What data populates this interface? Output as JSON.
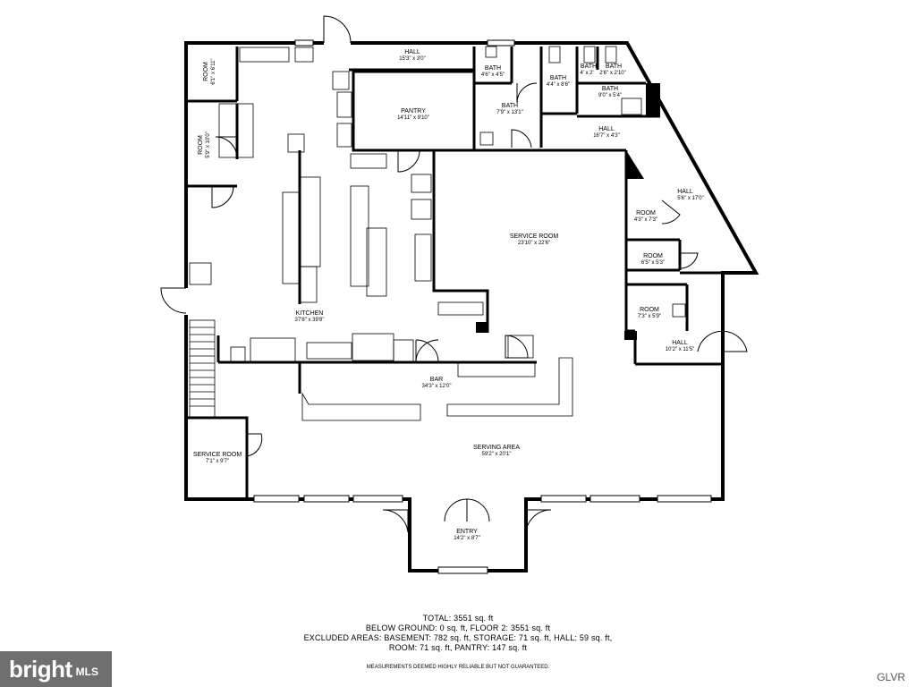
{
  "rooms": [
    {
      "id": "hall-top",
      "name": "HALL",
      "dims": "15'3\" x 3'0\""
    },
    {
      "id": "pantry",
      "name": "PANTRY",
      "dims": "14'11\" x 9'10\""
    },
    {
      "id": "bath-1",
      "name": "BATH",
      "dims": "4'6\" x 4'5\""
    },
    {
      "id": "bath-2",
      "name": "BATH",
      "dims": "7'9\" x 13'1\""
    },
    {
      "id": "bath-3",
      "name": "BATH",
      "dims": "4'4\" x 8'6\""
    },
    {
      "id": "bath-4",
      "name": "BATH",
      "dims": "4' x 2'"
    },
    {
      "id": "bath-5",
      "name": "BATH",
      "dims": "2'6\" x 2'10\""
    },
    {
      "id": "bath-6",
      "name": "BATH",
      "dims": "9'0\" x 5'4\""
    },
    {
      "id": "hall-2",
      "name": "HALL",
      "dims": "16'7\" x 4'3\""
    },
    {
      "id": "room-a",
      "name": "ROOM",
      "dims": "6'1\" x 6'11\""
    },
    {
      "id": "room-b",
      "name": "ROOM",
      "dims": "5'9\" x 10'0\""
    },
    {
      "id": "hall-diag",
      "name": "HALL",
      "dims": "5'6\" x 17'0\""
    },
    {
      "id": "room-c",
      "name": "ROOM",
      "dims": "4'3\" x 7'3\""
    },
    {
      "id": "service-room-main",
      "name": "SERVICE ROOM",
      "dims": "23'10\" x 22'6\""
    },
    {
      "id": "room-d",
      "name": "ROOM",
      "dims": "6'5\" x 5'3\""
    },
    {
      "id": "room-e",
      "name": "ROOM",
      "dims": "7'3\" x 5'9\""
    },
    {
      "id": "kitchen",
      "name": "KITCHEN",
      "dims": "37'8\" x 39'8\""
    },
    {
      "id": "hall-3",
      "name": "HALL",
      "dims": "10'2\" x 11'5\""
    },
    {
      "id": "bar",
      "name": "BAR",
      "dims": "34'3\" x 12'0\""
    },
    {
      "id": "serving-area",
      "name": "SERVING AREA",
      "dims": "59'2\" x 20'1\""
    },
    {
      "id": "service-room-small",
      "name": "SERVICE ROOM",
      "dims": "7'1\" x 9'7\""
    },
    {
      "id": "entry",
      "name": "ENTRY",
      "dims": "14'2\" x 8'7\""
    }
  ],
  "summary": {
    "line1": "TOTAL: 3551 sq. ft",
    "line2": "BELOW GROUND: 0 sq. ft, FLOOR 2: 3551 sq. ft",
    "line3": "EXCLUDED AREAS: BASEMENT: 782 sq. ft, STORAGE: 71 sq. ft, HALL: 59 sq. ft,",
    "line4": "ROOM: 71 sq. ft, PANTRY: 147 sq. ft",
    "disclaimer": "MEASUREMENTS DEEMED HIGHLY RELIABLE BUT NOT GUARANTEED."
  },
  "brand": {
    "name": "bright",
    "suffix": "MLS"
  },
  "watermark": "GLVR"
}
